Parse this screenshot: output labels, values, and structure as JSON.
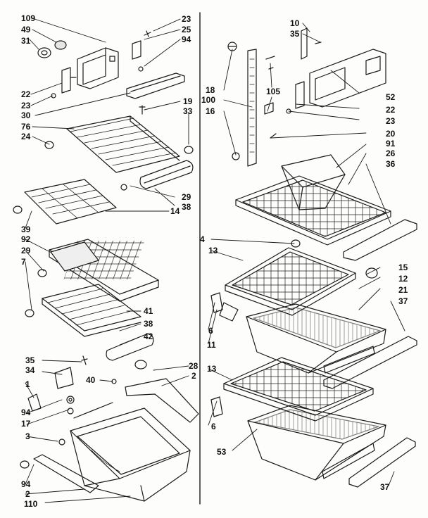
{
  "diagram": {
    "labels_left": [
      "109",
      "49",
      "31",
      "23",
      "25",
      "94",
      "22",
      "23",
      "30",
      "19",
      "33",
      "76",
      "24",
      "38",
      "29",
      "14",
      "39",
      "92",
      "29",
      "7",
      "41",
      "38",
      "42",
      "35",
      "34",
      "28",
      "2",
      "40",
      "1",
      "94",
      "17",
      "3",
      "94",
      "2",
      "110"
    ],
    "labels_right": [
      "10",
      "35",
      "18",
      "100",
      "16",
      "105",
      "52",
      "22",
      "23",
      "20",
      "91",
      "26",
      "36",
      "4",
      "13",
      "15",
      "12",
      "21",
      "37",
      "6",
      "11",
      "13",
      "6",
      "53",
      "37"
    ]
  },
  "colors": {
    "ink": "#1a1a1a",
    "paper": "#fdfdfb"
  }
}
